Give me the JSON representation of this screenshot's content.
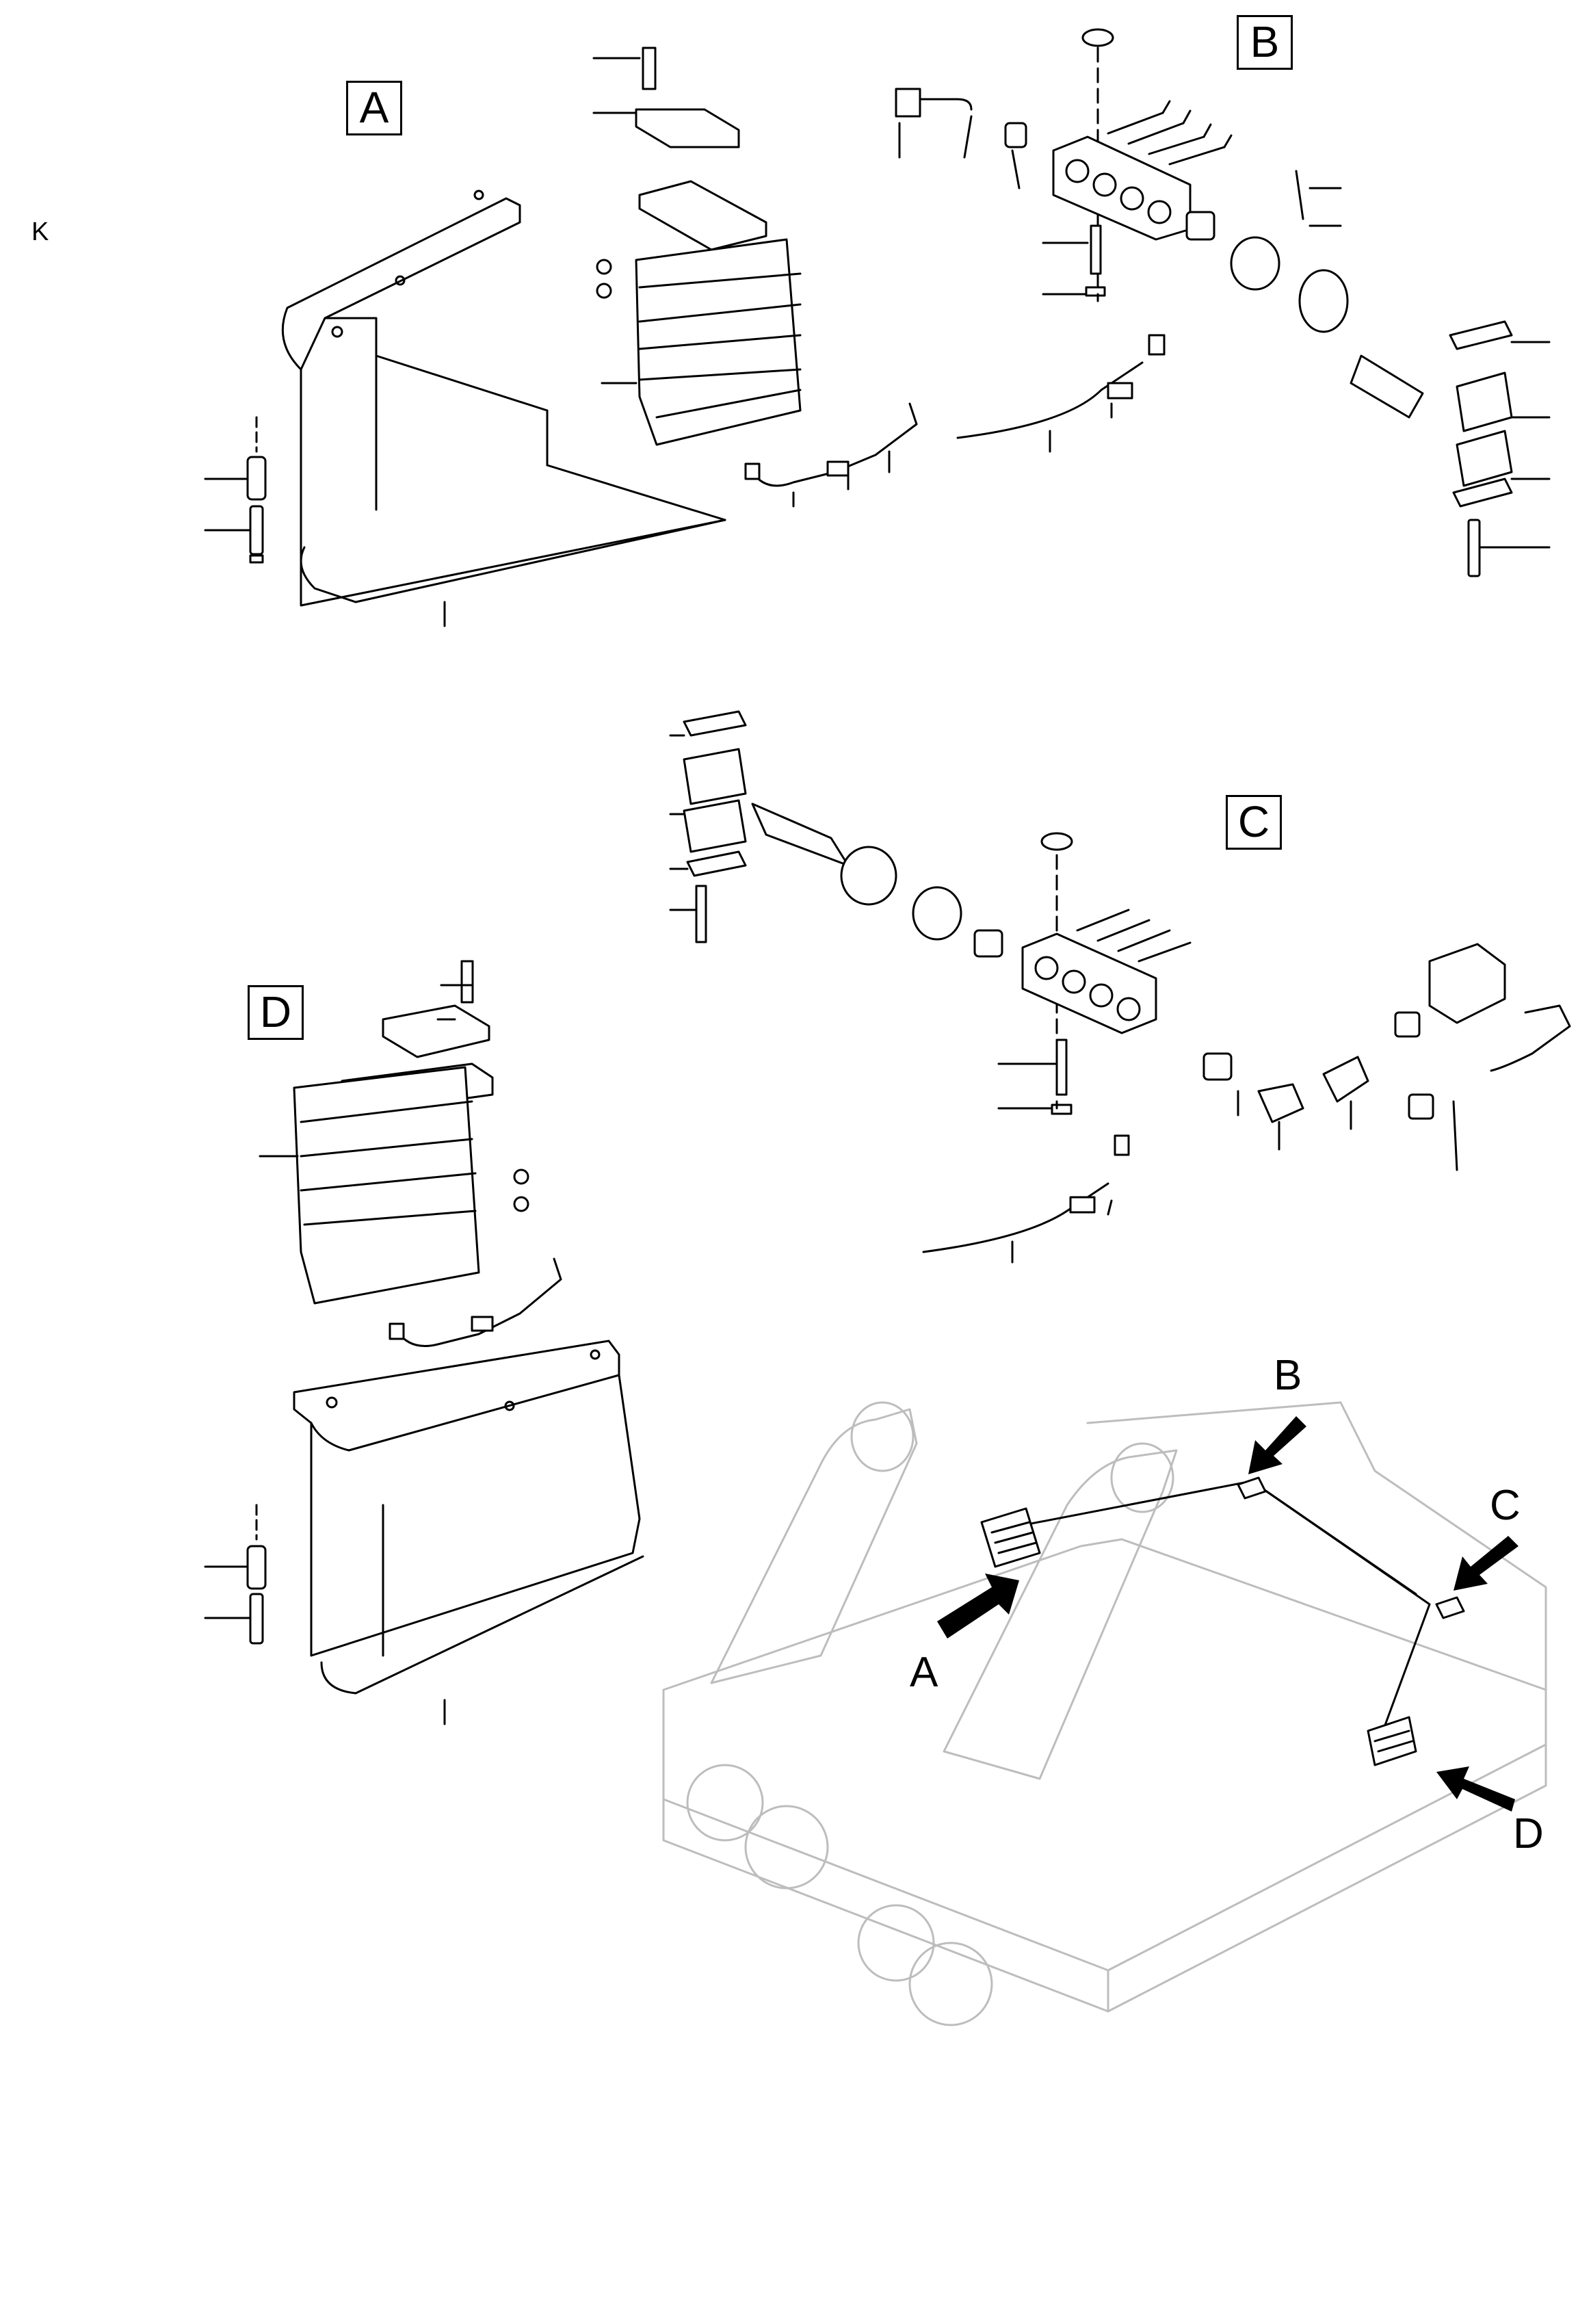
{
  "page": {
    "corner_mark": "K"
  },
  "detail_labels": {
    "a": "A",
    "b": "B",
    "c": "C",
    "d": "D"
  },
  "overview_labels": {
    "a": "A",
    "b": "B",
    "c": "C",
    "d": "D"
  },
  "colors": {
    "line": "#000000",
    "faded_line": "#bdbdbd",
    "background": "#ffffff"
  }
}
